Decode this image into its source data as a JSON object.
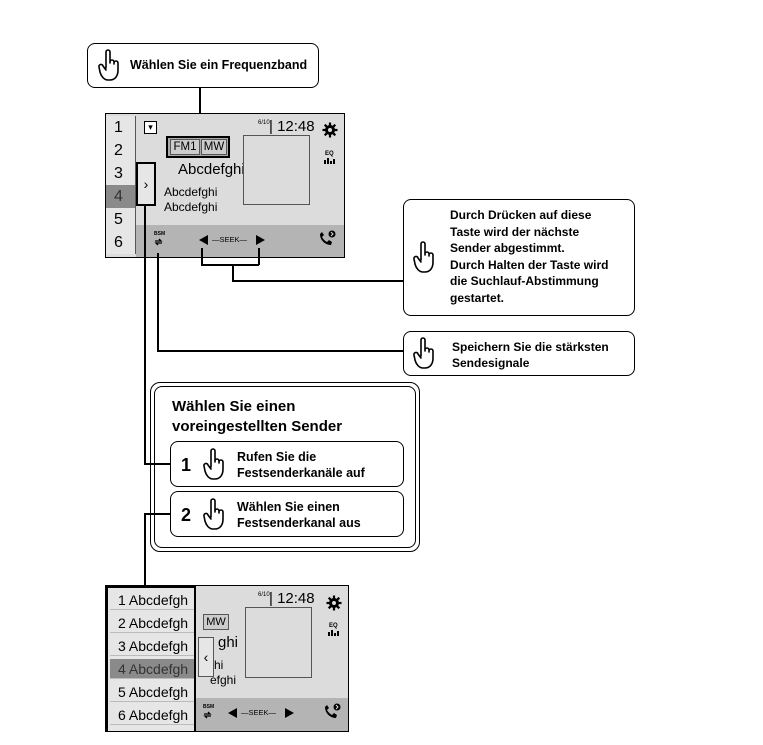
{
  "callouts": {
    "band": "Wählen Sie ein Frequenzband",
    "seek": [
      "Durch Drücken auf diese",
      "Taste wird der nächste",
      "Sender abgestimmt.",
      "Durch Halten der Taste wird",
      "die Suchlauf-Abstimmung",
      "gestartet."
    ],
    "bsm": [
      "Speichern Sie die stärksten",
      "Sendesignale"
    ]
  },
  "preset_box": {
    "title": [
      "Wählen Sie einen",
      "voreingestellten Sender"
    ],
    "steps": [
      {
        "num": "1",
        "text": [
          "Rufen Sie die",
          "Festsenderkanäle auf"
        ]
      },
      {
        "num": "2",
        "text": [
          "Wählen Sie einen",
          "Festsenderkanal aus"
        ]
      }
    ]
  },
  "screen1": {
    "presets": [
      "1",
      "2",
      "3",
      "4",
      "5",
      "6"
    ],
    "selected_preset": "4",
    "dropdown": "▾",
    "bands": [
      "FM1",
      "MW"
    ],
    "date": "6/10",
    "clock": "12:48",
    "station": "Abcdefghi",
    "info1": "Abcdefghi",
    "info2": "Abcdefghi",
    "expand": "›",
    "eq": "EQ",
    "bsm": "BSM",
    "seek": "SEEK"
  },
  "screen2": {
    "presets": [
      "1 Abcdefgh",
      "2 Abcdefgh",
      "3 Abcdefgh",
      "4 Abcdefgh",
      "5 Abcdefgh",
      "6 Abcdefgh"
    ],
    "selected_preset": "4 Abcdefgh",
    "band": "MW",
    "date": "6/10",
    "clock": "12:48",
    "station": "ghi",
    "info1": "hi",
    "info2": "efghi",
    "collapse": "‹",
    "eq": "EQ",
    "bsm": "BSM",
    "seek": "SEEK"
  },
  "colors": {
    "screen_bg": "#dcdcdc",
    "bar_bg": "#b4b4b4",
    "selected": "#8a8a8a"
  }
}
